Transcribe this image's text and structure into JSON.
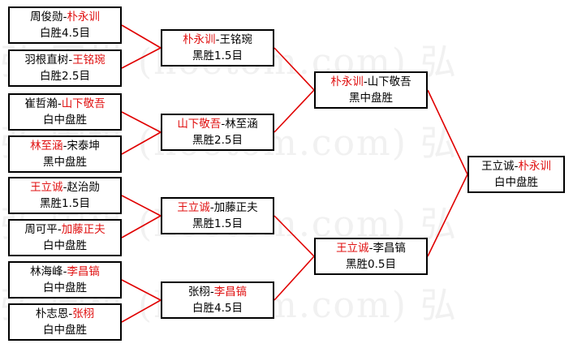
{
  "watermark": "弘 围棋 (hoetom.com) 弘",
  "connector_color": "#e00000",
  "winner_color": "#e01010",
  "rounds": {
    "round1": [
      {
        "p1": "周俊勋",
        "p2": "朴永训",
        "winner": 2,
        "result": "白胜4.5目"
      },
      {
        "p1": "羽根直树",
        "p2": "王铭琬",
        "winner": 2,
        "result": "白胜2.5目"
      },
      {
        "p1": "崔哲瀚",
        "p2": "山下敬吾",
        "winner": 2,
        "result": "白中盘胜"
      },
      {
        "p1": "林至涵",
        "p2": "宋泰坤",
        "winner": 1,
        "result": "黑中盘胜"
      },
      {
        "p1": "王立诚",
        "p2": "赵治勋",
        "winner": 1,
        "result": "黑胜1.5目"
      },
      {
        "p1": "周可平",
        "p2": "加藤正夫",
        "winner": 2,
        "result": "白中盘胜"
      },
      {
        "p1": "林海峰",
        "p2": "李昌镐",
        "winner": 2,
        "result": "白中盘胜"
      },
      {
        "p1": "朴志恩",
        "p2": "张栩",
        "winner": 2,
        "result": "白中盘胜"
      }
    ],
    "round2": [
      {
        "p1": "朴永训",
        "p2": "王铭琬",
        "winner": 1,
        "result": "黑胜1.5目"
      },
      {
        "p1": "山下敬吾",
        "p2": "林至涵",
        "winner": 1,
        "result": "黑胜2.5目"
      },
      {
        "p1": "王立诚",
        "p2": "加藤正夫",
        "winner": 1,
        "result": "黑胜1.5目"
      },
      {
        "p1": "张栩",
        "p2": "李昌镐",
        "winner": 2,
        "result": "白胜4.5目"
      }
    ],
    "round3": [
      {
        "p1": "朴永训",
        "p2": "山下敬吾",
        "winner": 1,
        "result": "黑中盘胜"
      },
      {
        "p1": "王立诚",
        "p2": "李昌镐",
        "winner": 1,
        "result": "黑胜0.5目"
      }
    ],
    "final": [
      {
        "p1": "王立诚",
        "p2": "朴永训",
        "winner": 2,
        "result": "白中盘胜"
      }
    ]
  }
}
